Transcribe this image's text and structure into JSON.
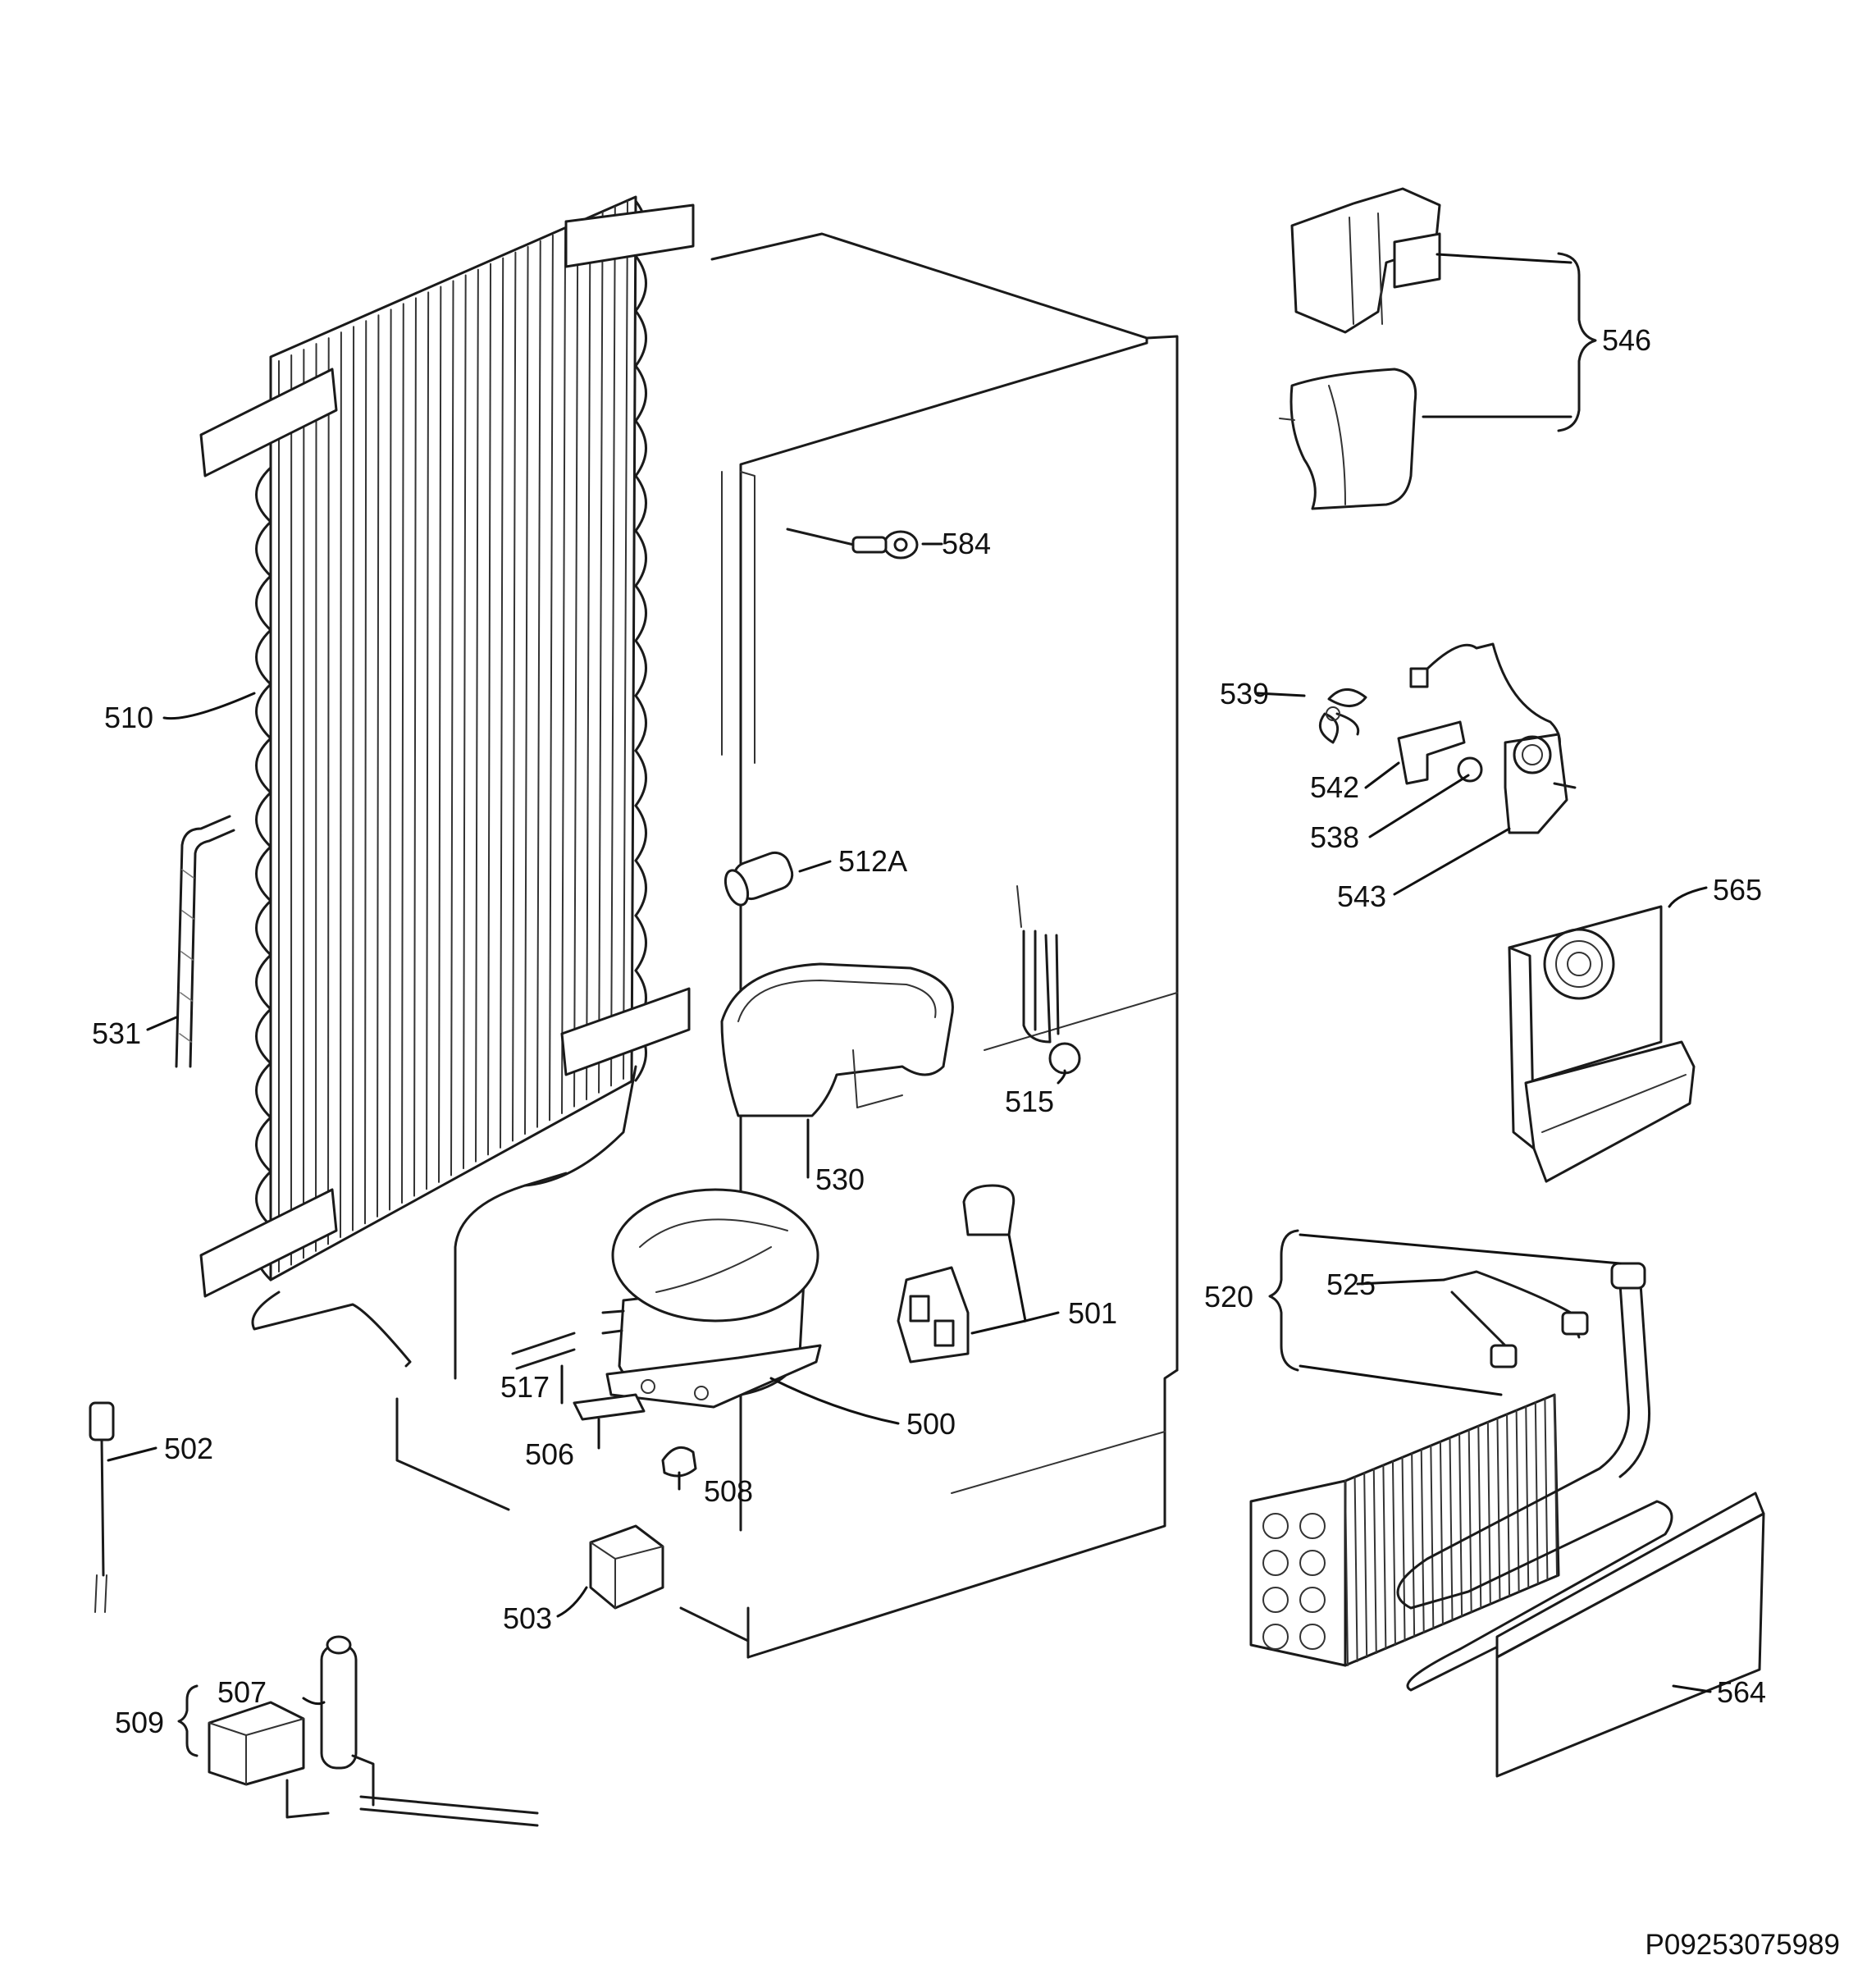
{
  "drawing_code": "P09253075989",
  "parts": {
    "p500": "500",
    "p501": "501",
    "p502": "502",
    "p503": "503",
    "p506": "506",
    "p507": "507",
    "p508": "508",
    "p509": "509",
    "p510": "510",
    "p512A": "512A",
    "p515": "515",
    "p517": "517",
    "p520": "520",
    "p525": "525",
    "p530": "530",
    "p531": "531",
    "p538": "538",
    "p539": "539",
    "p542": "542",
    "p543": "543",
    "p546": "546",
    "p564": "564",
    "p565": "565",
    "p584": "584"
  }
}
